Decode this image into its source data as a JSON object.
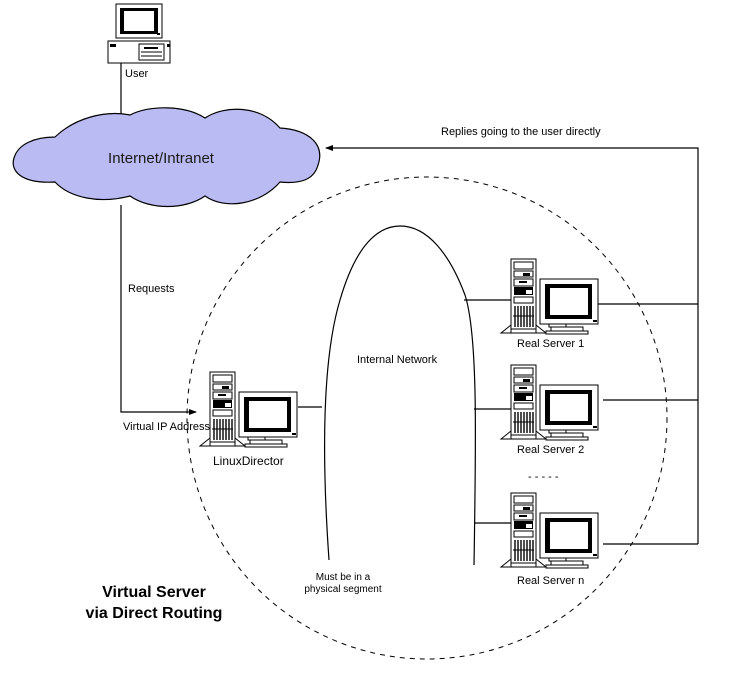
{
  "diagram": {
    "title_line1": "Virtual Server",
    "title_line2": "via Direct Routing",
    "cloud": {
      "label": "Internet/Intranet",
      "fill": "#BBBBF3"
    },
    "user": {
      "label": "User",
      "icon": "desktop-computer-icon"
    },
    "director": {
      "label": "LinuxDirector",
      "icon": "tower-server-icon"
    },
    "virtual_ip_label": "Virtual IP Address",
    "requests_label": "Requests",
    "replies_label": "Replies going to the user directly",
    "internal_network_label": "Internal Network",
    "segment_note_line1": "Must be in a",
    "segment_note_line2": "physical segment",
    "ellipsis": "- - - - -",
    "real_servers": [
      {
        "label": "Real Server 1",
        "icon": "tower-server-icon"
      },
      {
        "label": "Real Server 2",
        "icon": "tower-server-icon"
      },
      {
        "label": "Real Server n",
        "icon": "tower-server-icon"
      }
    ]
  }
}
